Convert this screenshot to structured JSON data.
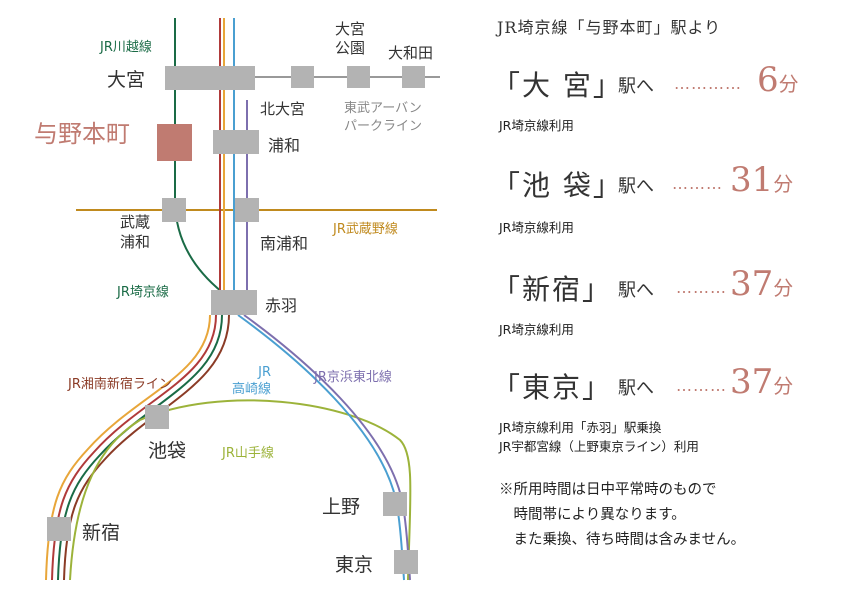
{
  "map": {
    "stations": {
      "omiya": "大宮",
      "kitaomiya": "北大宮",
      "omiyakoen": "大宮\n公園",
      "owada": "大和田",
      "yonohommachi": "与野本町",
      "urawa": "浦和",
      "musashiurawa": "武蔵\n浦和",
      "minamiurawa": "南浦和",
      "akabane": "赤羽",
      "ikebukuro": "池袋",
      "shinjuku": "新宿",
      "ueno": "上野",
      "tokyo": "東京"
    },
    "lines": {
      "kawagoe": "JR川越線",
      "urban_park": "東武アーバン\nパークライン",
      "musashino": "JR武蔵野線",
      "saikyo": "JR埼京線",
      "shonan_shinjuku": "JR湘南新宿ライン",
      "takasaki": "JR\n高崎線",
      "keihin_tohoku": "JR京浜東北線",
      "yamanote": "JR山手線"
    },
    "colors": {
      "station": "#b3b3b3",
      "home_station": "#c07b71",
      "saikyo": "#1a6b46",
      "musashino": "#c08a1e",
      "shonan_shinjuku": "#8b3b26",
      "takasaki": "#4a9fd1",
      "keihin_tohoku": "#7d6fae",
      "yamanote": "#9cb33a",
      "utsunomiya": "#e8a63a",
      "tohoku_red": "#b03a3a",
      "tobu": "#999999"
    }
  },
  "routes": {
    "title": "JR埼京線「与野本町」駅より",
    "items": [
      {
        "dest": "「大 宮」",
        "eki": "駅へ",
        "dots": "…………",
        "minutes": "6",
        "unit": "分",
        "note": "JR埼京線利用"
      },
      {
        "dest": "「池 袋」",
        "eki": "駅へ",
        "dots": "………",
        "minutes": "31",
        "unit": "分",
        "note": "JR埼京線利用"
      },
      {
        "dest": "「新宿」",
        "eki": "駅へ",
        "dots": "………",
        "minutes": "37",
        "unit": "分",
        "note": "JR埼京線利用"
      },
      {
        "dest": "「東京」",
        "eki": "駅へ",
        "dots": "………",
        "minutes": "37",
        "unit": "分",
        "note": "JR埼京線利用「赤羽」駅乗換\nJR宇都宮線（上野東京ライン）利用"
      }
    ],
    "footnote": "※所用時間は日中平常時のもので\n　時間帯により異なります。\n　また乗換、待ち時間は含みません。"
  }
}
